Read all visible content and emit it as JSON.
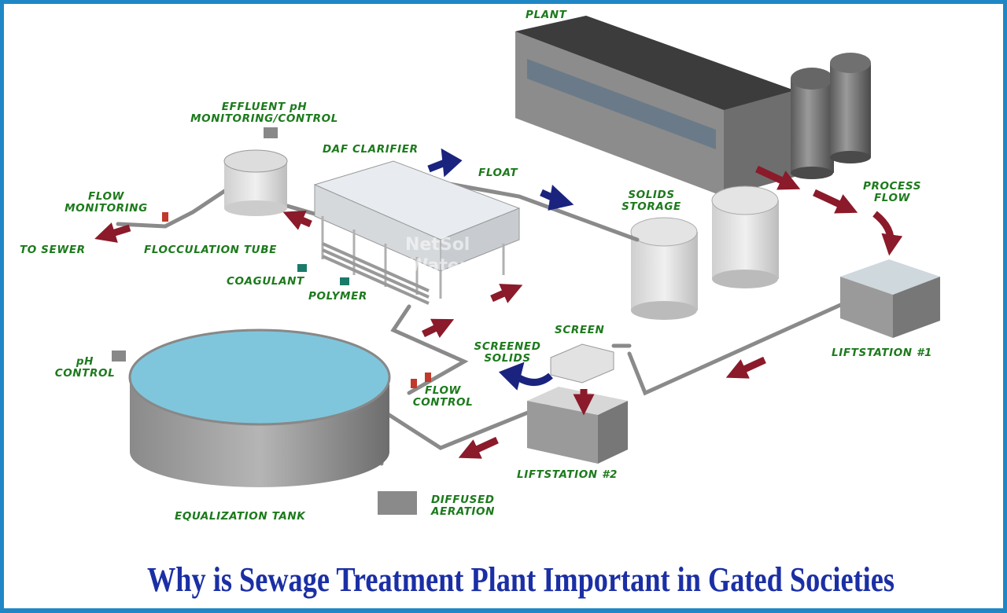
{
  "title": "Why is Sewage Treatment Plant Important in Gated Societies",
  "watermark": {
    "line1": "NetSol",
    "line2": "Water"
  },
  "labels": {
    "plant": "PLANT",
    "effluent_1": "EFFLUENT pH",
    "effluent_2": "MONITORING/CONTROL",
    "daf_clarifier": "DAF CLARIFIER",
    "float": "FLOAT",
    "flow_monitoring_1": "FLOW",
    "flow_monitoring_2": "MONITORING",
    "solids_storage_1": "SOLIDS",
    "solids_storage_2": "STORAGE",
    "process_flow_1": "PROCESS",
    "process_flow_2": "FLOW",
    "to_sewer": "TO SEWER",
    "flocculation_tube": "FLOCCULATION TUBE",
    "coagulant": "COAGULANT",
    "polymer": "POLYMER",
    "screen": "SCREEN",
    "screened_solids_1": "SCREENED",
    "screened_solids_2": "SOLIDS",
    "liftstation_1": "LIFTSTATION #1",
    "ph_control_1": "pH",
    "ph_control_2": "CONTROL",
    "flow_control_1": "FLOW",
    "flow_control_2": "CONTROL",
    "liftstation_2": "LIFTSTATION #2",
    "diffused_aeration_1": "DIFFUSED",
    "diffused_aeration_2": "AERATION",
    "equalization_tank": "EQUALIZATION TANK"
  },
  "colors": {
    "label": "#1c7a1c",
    "title": "#1b2fa5",
    "frame": "#1f87c6",
    "flow_arrow": "#8b1a2a",
    "float_arrow": "#1a237e",
    "water": "#7fc6dc"
  }
}
